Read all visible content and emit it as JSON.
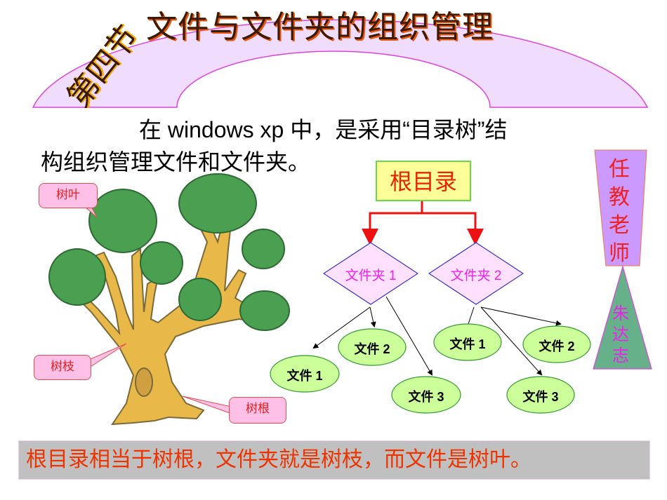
{
  "header": {
    "section_label": "第四节",
    "title": "文件与文件夹的组织管理",
    "arch_fill": "#f0dcfc",
    "arch_stroke": "#dd44dd"
  },
  "intro": {
    "line1": "在 windows  xp 中，是采用“目录树”结",
    "line2": "构组织管理文件和文件夹。"
  },
  "tree_illustration": {
    "callouts": {
      "leaf": "树叶",
      "branch": "树枝",
      "root": "树根"
    }
  },
  "directory_tree": {
    "root": "根目录",
    "folders": [
      {
        "label": "文件夹 1",
        "files": [
          "文件 1",
          "文件 2",
          "文件 3"
        ]
      },
      {
        "label": "文件夹 2",
        "files": [
          "文件 1",
          "文件 2",
          "文件 3"
        ]
      }
    ],
    "colors": {
      "root_fill": "#ffff99",
      "root_border": "#66dd44",
      "root_text": "#ee2200",
      "connector": "#ee1111",
      "folder_fill": "#ffe0ff",
      "folder_border": "#3333cc",
      "folder_text": "#ee22ee",
      "file_fill": "#ccff99",
      "file_border": "#339933"
    }
  },
  "teacher": {
    "label_chars": [
      "任",
      "教",
      "老",
      "师"
    ],
    "name_chars": [
      "朱",
      "达",
      "志"
    ],
    "label_fill": "#cc99ff",
    "name_fill": "#66b08a"
  },
  "summary": {
    "text": "根目录相当于树根，文件夹就是树枝，而文件是树叶。"
  }
}
